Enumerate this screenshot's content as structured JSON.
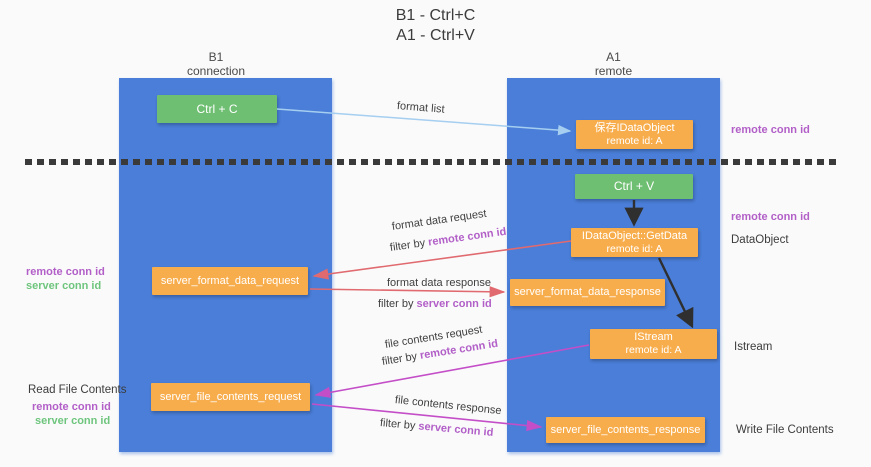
{
  "title": {
    "line1": "B1 - Ctrl+C",
    "line2": "A1 - Ctrl+V"
  },
  "lanes": {
    "left": {
      "name": "B1",
      "role": "connection"
    },
    "right": {
      "name": "A1",
      "role": "remote"
    }
  },
  "nodes": {
    "ctrl_c": {
      "label": "Ctrl + C"
    },
    "save_idataobject": {
      "line1": "保存IDataObject",
      "line2": "remote id: A"
    },
    "ctrl_v": {
      "label": "Ctrl + V"
    },
    "getdata": {
      "line1": "IDataObject::GetData",
      "line2": "remote id: A"
    },
    "server_format_data_request": {
      "label": "server_format_data_request"
    },
    "server_format_data_response": {
      "label": "server_format_data_response"
    },
    "istream": {
      "line1": "IStream",
      "line2": "remote id: A"
    },
    "server_file_contents_request": {
      "label": "server_file_contents_request"
    },
    "server_file_contents_response": {
      "label": "server_file_contents_response"
    }
  },
  "edges": {
    "format_list": {
      "label": "format list"
    },
    "format_data_request": {
      "label": "format data request",
      "filter_prefix": "filter by",
      "filter_id": "remote conn id"
    },
    "format_data_response": {
      "label": "format data response",
      "filter_prefix": "filter by",
      "filter_id": "server conn id"
    },
    "file_contents_request": {
      "label": "file contents request",
      "filter_prefix": "filter by",
      "filter_id": "remote conn id"
    },
    "file_contents_response": {
      "label": "file contents response",
      "filter_prefix": "filter by",
      "filter_id": "server conn id"
    }
  },
  "annotations": {
    "right_top_remote_conn_id": "remote conn id",
    "right_mid_remote_conn_id": "remote conn id",
    "right_dataobject": "DataObject",
    "right_istream": "Istream",
    "right_write_file_contents": "Write File Contents",
    "left_remote_conn_id": "remote conn id",
    "left_server_conn_id": "server conn id",
    "left_read_file_contents": "Read File Contents",
    "left_bottom_remote_conn_id": "remote conn id",
    "left_bottom_server_conn_id": "server conn id"
  },
  "colors": {
    "lane": "#4A7ED8",
    "green_box": "#6FBF73",
    "orange_box": "#F8AD4C",
    "purple_text": "#B25FC8",
    "green_text": "#6EC57D",
    "red_arrow": "#E06A6F",
    "magenta_arrow": "#C44EC8",
    "blue_arrow": "#A5CEF0",
    "black_arrow": "#2F2F2F"
  }
}
